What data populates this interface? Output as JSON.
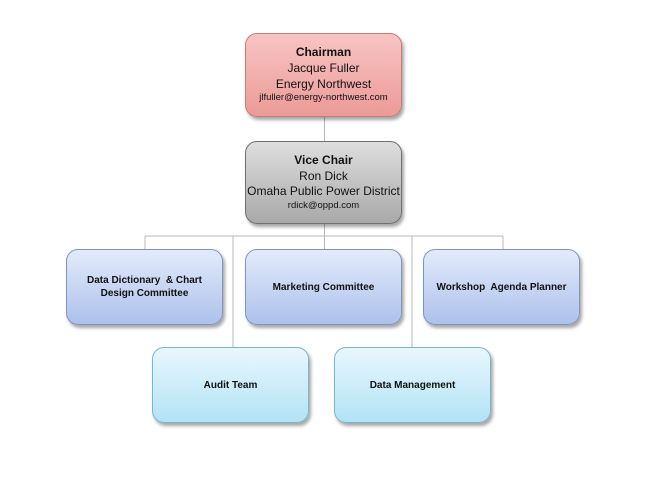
{
  "chairman": {
    "role": "Chairman",
    "name": "Jacque Fuller",
    "org": "Energy Northwest",
    "email": "jlfuller@energy-northwest.com"
  },
  "vice_chair": {
    "role": "Vice Chair",
    "name": "Ron Dick",
    "org": "Omaha Public Power District",
    "email": "rdick@oppd.com"
  },
  "committees": {
    "data_dictionary": "Data Dictionary  & Chart Design Committee",
    "marketing": "Marketing Committee",
    "workshop": "Workshop  Agenda Planner",
    "audit": "Audit Team",
    "data_management": "Data Management"
  },
  "colors": {
    "chairman_fill": "#f2b0ae",
    "vice_fill": "#c6c6c6",
    "committee_fill": "#c9d7f4",
    "team_fill": "#cdeefa",
    "connector": "#b8b8b8"
  }
}
